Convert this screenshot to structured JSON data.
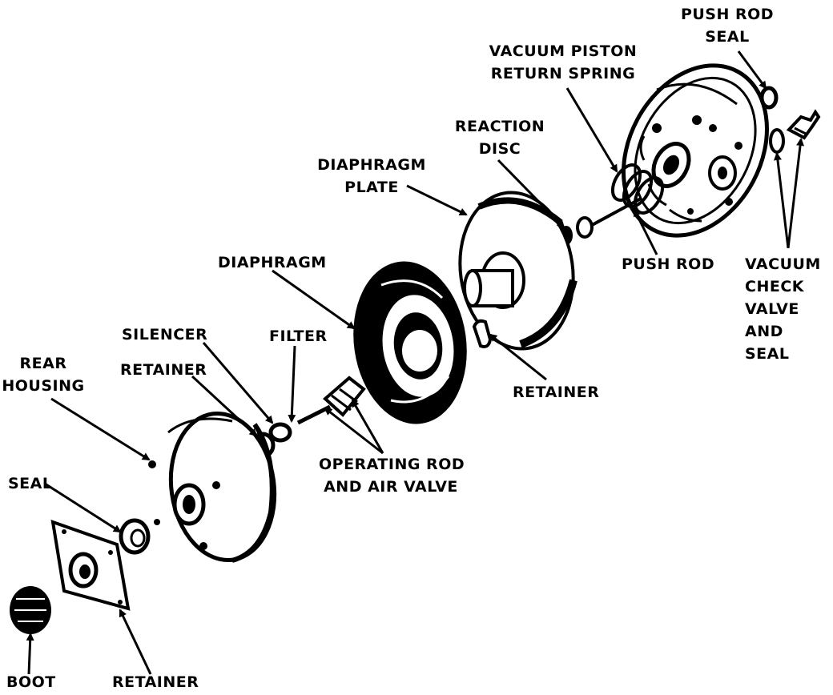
{
  "labels": {
    "push_rod_seal": [
      "PUSH ROD",
      "SEAL"
    ],
    "vacuum_piston_return_spring": [
      "VACUUM PISTON",
      "RETURN SPRING"
    ],
    "reaction_disc": [
      "REACTION",
      "DISC"
    ],
    "diaphragm_plate": [
      "DIAPHRAGM",
      "PLATE"
    ],
    "diaphragm": "DIAPHRAGM",
    "push_rod": "PUSH ROD",
    "vacuum_check_valve_and_seal": [
      "VACUUM",
      "CHECK",
      "VALVE",
      "AND",
      "SEAL"
    ],
    "silencer": "SILENCER",
    "filter": "FILTER",
    "retainer_upper": "RETAINER",
    "rear_housing": [
      "REAR",
      "HOUSING"
    ],
    "retainer_right": "RETAINER",
    "operating_rod_and_air_valve": [
      "OPERATING ROD",
      "AND AIR VALVE"
    ],
    "seal": "SEAL",
    "boot": "BOOT",
    "retainer_bottom": "RETAINER"
  },
  "colors": {
    "ink": "#000000",
    "paper": "#ffffff"
  }
}
